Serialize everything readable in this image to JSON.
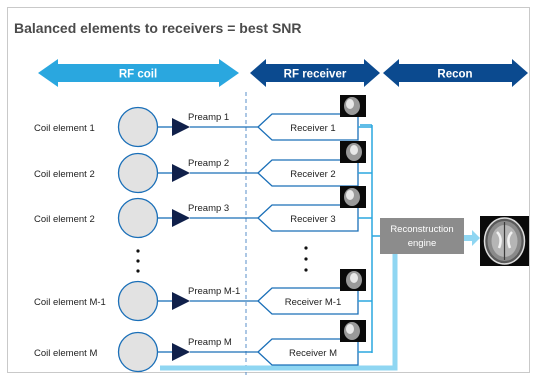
{
  "title": "Balanced elements to receivers = best SNR",
  "headers": {
    "rf_coil": "RF coil",
    "rf_receiver": "RF receiver",
    "recon": "Recon"
  },
  "coil_rows": [
    {
      "coil": "Coil element 1",
      "preamp": "Preamp 1",
      "receiver": "Receiver 1"
    },
    {
      "coil": "Coil element 2",
      "preamp": "Preamp 2",
      "receiver": "Receiver 2"
    },
    {
      "coil": "Coil element 2",
      "preamp": "Preamp 3",
      "receiver": "Receiver 3"
    },
    {
      "coil": "Coil element M-1",
      "preamp": "Preamp M-1",
      "receiver": "Receiver M-1"
    },
    {
      "coil": "Coil element M",
      "preamp": "Preamp M",
      "receiver": "Receiver M"
    }
  ],
  "reconstruction": {
    "line1": "Reconstruction",
    "line2": "engine"
  },
  "colors": {
    "arrow_light": "#2aa7df",
    "arrow_dark": "#0b4a8f",
    "line_blue": "#1a6fb8",
    "recon_box": "#8c8c8c",
    "thick_line": "#8fd6f2",
    "coil_fill": "#e2e2e2",
    "dashed": "#5a8fc8",
    "preamp_triangle": "#10204a"
  }
}
